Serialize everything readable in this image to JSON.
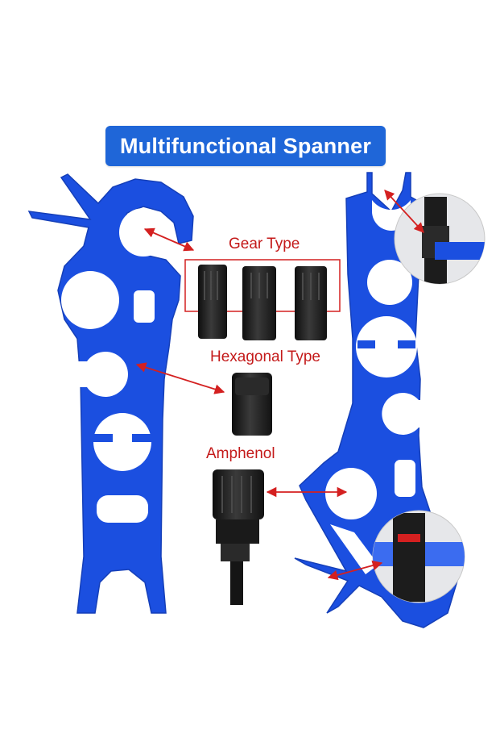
{
  "banner": {
    "title": "Multifunctional Spanner"
  },
  "labels": {
    "gear": "Gear Type",
    "hexagonal": "Hexagonal Type",
    "amphenol": "Amphenol"
  },
  "colors": {
    "spanner_blue": "#1b4fe0",
    "banner_blue": "#1f66d8",
    "label_red": "#c41a1a",
    "arrow_red": "#d42020"
  }
}
